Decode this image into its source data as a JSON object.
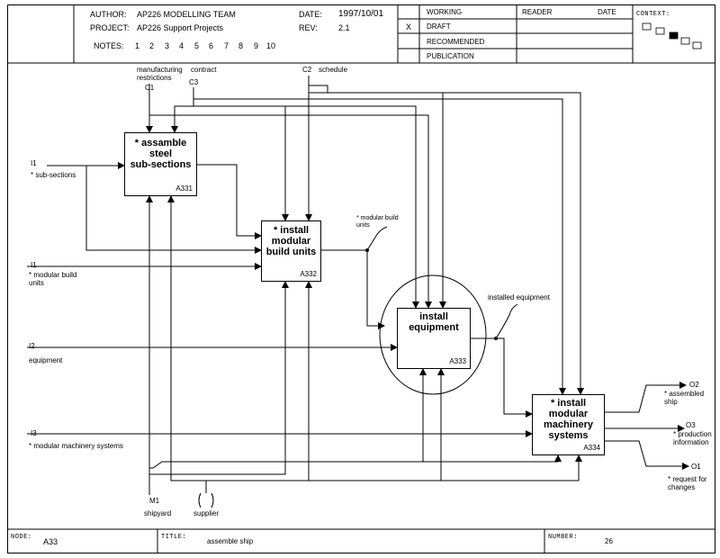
{
  "header": {
    "author_label": "AUTHOR:",
    "author_value": "AP226  MODELLING TEAM",
    "project_label": "PROJECT:",
    "project_value": "AP226 Support Projects",
    "date_label": "DATE:",
    "date_value": "1997/10/01",
    "rev_label": "REV:",
    "rev_value": "2.1",
    "notes_label": "NOTES:",
    "notes": [
      "1",
      "2",
      "3",
      "4",
      "5",
      "6",
      "7",
      "8",
      "9",
      "10"
    ],
    "status": {
      "working": "WORKING",
      "draft": "DRAFT",
      "recommended": "RECOMMENDED",
      "publication": "PUBLICATION",
      "mark": "X"
    },
    "reader_label": "READER",
    "reader_date_label": "DATE",
    "context_label": "CONTEXT:"
  },
  "boxes": [
    {
      "id": "A331",
      "line1": "* assamble",
      "line2": "steel",
      "line3": "sub-sections",
      "fill": "#ffffff"
    },
    {
      "id": "A332",
      "line1": "* install",
      "line2": "modular",
      "line3": "build units",
      "fill": "#ffffff"
    },
    {
      "id": "A333",
      "line1": "install",
      "line2": "equipment",
      "line3": "",
      "fill": "#ffffff"
    },
    {
      "id": "A334",
      "line1": "* install",
      "line2": "modular",
      "line3": "machinery",
      "line4": "systems",
      "fill": "#ffffff"
    }
  ],
  "labels": {
    "mfg": "manufacturing",
    "restrictions": "restrictions",
    "contract": "contract",
    "c1": "C1",
    "c3": "C3",
    "c2": "C2",
    "schedule": "schedule",
    "i1a": "I1",
    "subsections": "* sub-sections",
    "i1b": "I1",
    "modular_build_1": "* modular build",
    "modular_build_2": "units",
    "i2": "I2",
    "equipment": "equipment",
    "i3": "I3",
    "modular_machinery": "* modular machinery systems",
    "modular_build_units_a": "* modular build",
    "modular_build_units_b": "units",
    "installed_equipment": "installed equipment",
    "o2": "O2",
    "assembled_a": "*  assembled",
    "assembled_b": "ship",
    "o3": "O3",
    "production_a": "* production",
    "production_b": "information",
    "o1": "O1",
    "request_a": "* request for",
    "request_b": "changes",
    "m1": "M1",
    "shipyard": "shipyard",
    "supplier": "supplier"
  },
  "footer": {
    "node_label": "NODE:",
    "node_value": "A33",
    "title_label": "TITLE:",
    "title_value": "assemble ship",
    "number_label": "NUMBER:",
    "number_value": "26"
  },
  "colors": {
    "ink": "#000000",
    "paper": "#ffffff"
  }
}
